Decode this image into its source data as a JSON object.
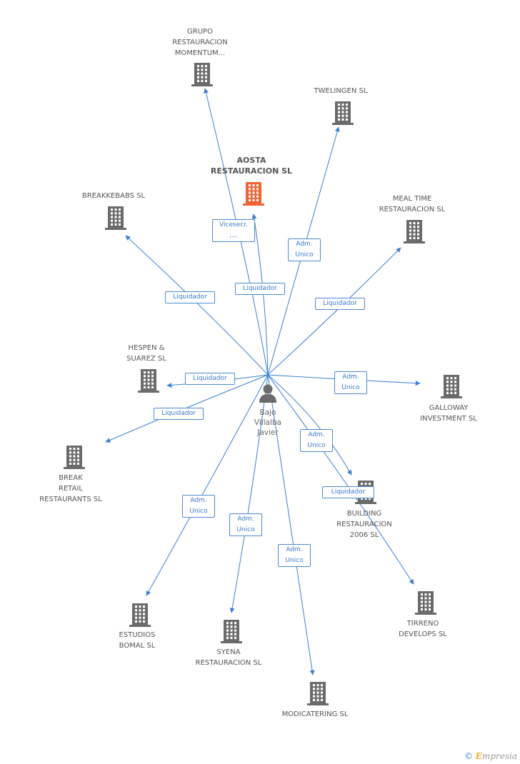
{
  "colors": {
    "edge": "#3a7fd5",
    "building": "#6b6b6b",
    "building_main": "#f26333",
    "person": "#6b6b6b"
  },
  "person": {
    "label": "Bajo\nVillalba\nJavier",
    "icon": "person-icon"
  },
  "companies": [
    {
      "id": "grupo",
      "label": "GRUPO\nRESTAURACION\nMOMENTUM...",
      "main": false
    },
    {
      "id": "twelingen",
      "label": "TWELINGEN  SL",
      "main": false
    },
    {
      "id": "aosta",
      "label": "AOSTA\nRESTAURACION SL",
      "main": true
    },
    {
      "id": "breakkebabs",
      "label": "BREAKKEBABS SL",
      "main": false
    },
    {
      "id": "mealtime",
      "label": "MEAL TIME\nRESTAURACION SL",
      "main": false
    },
    {
      "id": "hespen",
      "label": "HESPEN &\nSUAREZ SL",
      "main": false
    },
    {
      "id": "galloway",
      "label": "GALLOWAY\nINVESTMENT SL",
      "main": false
    },
    {
      "id": "break",
      "label": "BREAK\nRETAIL\nRESTAURANTS SL",
      "main": false
    },
    {
      "id": "building",
      "label": "BUILDING\nRESTAURACION\n2006 SL",
      "main": false
    },
    {
      "id": "estudios",
      "label": "ESTUDIOS\nBOMAL SL",
      "main": false
    },
    {
      "id": "syena",
      "label": "SYENA\nRESTAURACION SL",
      "main": false
    },
    {
      "id": "tirreno",
      "label": "TIRRENO\nDEVELOPS SL",
      "main": false
    },
    {
      "id": "modicatering",
      "label": "MODICATERING SL",
      "main": false
    }
  ],
  "relations": [
    {
      "target": "grupo",
      "label": "Vicesecr.\n,..."
    },
    {
      "target": "aosta",
      "label": "Liquidador"
    },
    {
      "target": "twelingen",
      "label": "Adm.\nUnico"
    },
    {
      "target": "breakkebabs",
      "label": "Liquidador"
    },
    {
      "target": "mealtime",
      "label": "Liquidador"
    },
    {
      "target": "hespen",
      "label": "Liquidador"
    },
    {
      "target": "galloway",
      "label": "Adm.\nUnico"
    },
    {
      "target": "break",
      "label": "Liquidador"
    },
    {
      "target": "building",
      "label": "Adm.\nUnico"
    },
    {
      "target": "tirreno",
      "label": "Liquidador"
    },
    {
      "target": "estudios",
      "label": "Adm.\nUnico"
    },
    {
      "target": "syena",
      "label": "Adm.\nUnico"
    },
    {
      "target": "modicatering",
      "label": "Adm.\nUnico"
    }
  ],
  "brand": {
    "copyright": "©",
    "initial": "E",
    "rest": "mpresia"
  }
}
